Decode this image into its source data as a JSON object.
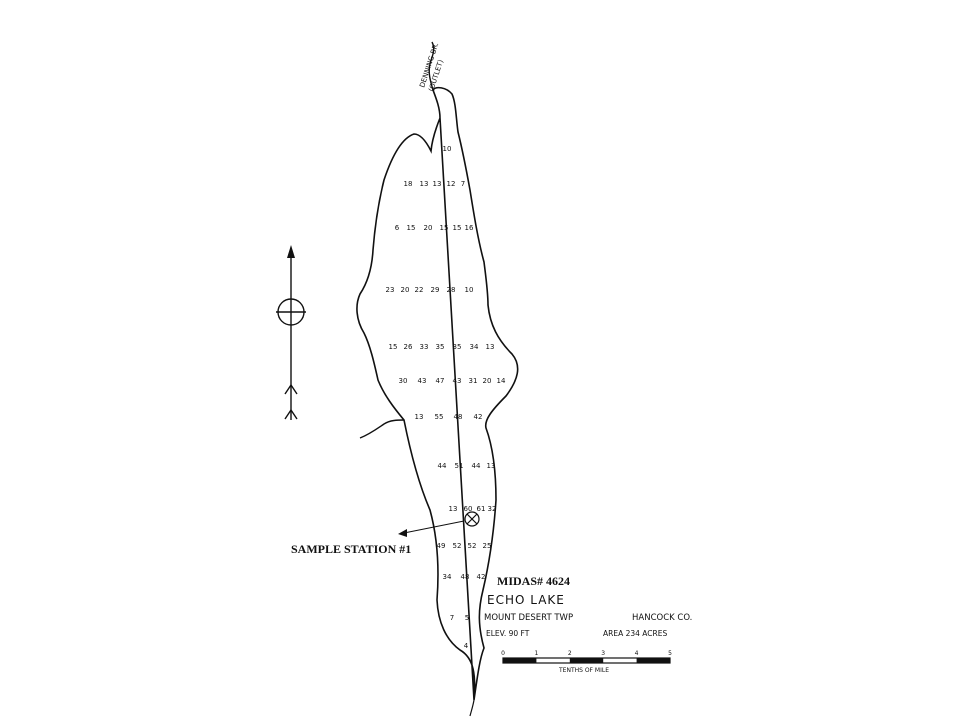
{
  "map": {
    "outlet_label_1": "DENNING BR.",
    "outlet_label_2": "(OUTLET)",
    "sample_station_label": "SAMPLE STATION #1",
    "midas_label": "MIDAS# 4624",
    "lake_name": "ECHO LAKE",
    "township": "MOUNT DESERT TWP",
    "county": "HANCOCK CO.",
    "elevation": "ELEV. 90 FT",
    "area": "AREA 234 ACRES",
    "scale_ticks": [
      "0",
      "1",
      "2",
      "3",
      "4",
      "5"
    ],
    "scale_unit": "TENTHS OF MILE",
    "depth_soundings": [
      [
        "10"
      ],
      [
        "18",
        "13",
        "13",
        "12",
        "7"
      ],
      [
        "6",
        "15",
        "20",
        "15",
        "15",
        "16"
      ],
      [
        "23",
        "20",
        "22",
        "29",
        "28",
        "10"
      ],
      [
        "15",
        "26",
        "33",
        "35",
        "35",
        "34",
        "13"
      ],
      [
        "30",
        "43",
        "47",
        "43",
        "31",
        "20",
        "14"
      ],
      [
        "13",
        "55",
        "48",
        "42"
      ],
      [
        "44",
        "51",
        "44",
        "13"
      ],
      [
        "13",
        "60",
        "61",
        "32"
      ],
      [
        "49",
        "52",
        "52",
        "25"
      ],
      [
        "34",
        "48",
        "42"
      ],
      [
        "7",
        "5"
      ],
      [
        "4"
      ]
    ]
  }
}
